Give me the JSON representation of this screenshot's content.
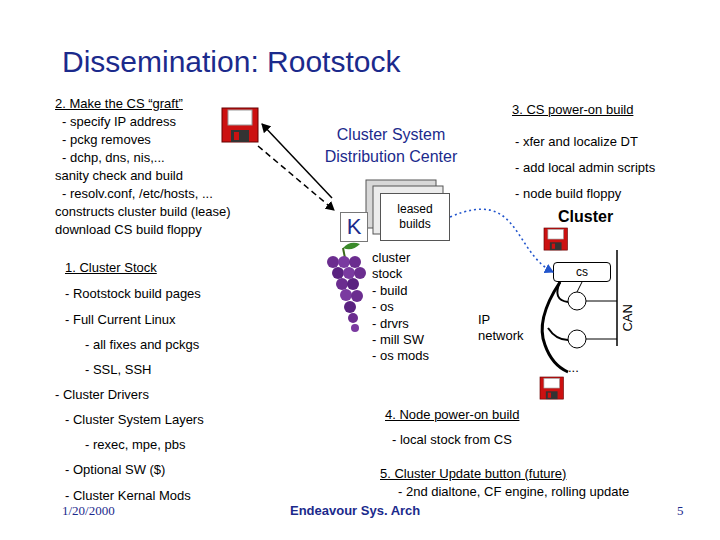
{
  "diagram": {
    "title": "Dissemination: Rootstock",
    "nodes": [
      {
        "text": [
          "K"
        ]
      },
      {
        "text": [
          "leased builds"
        ]
      },
      {
        "text": [
          "cs"
        ]
      }
    ],
    "edges": [
      {
        "from": 1,
        "to": 2,
        "arrow": "to"
      }
    ],
    "labels": [
      "2. Make the CS “graft”",
      "- specify IP address",
      "- pckg removes",
      "- dchp, dns, nis,...",
      "sanity check and build",
      "- resolv.conf, /etc/hosts, ...",
      "constructs cluster build (lease)",
      "download CS build floppy",
      "Cluster System Distribution Center",
      "3. CS power-on build",
      "- xfer and localize DT",
      "- add local admin scripts",
      "- node build floppy",
      "Cluster",
      "1. Cluster Stock",
      "- Rootstock build pages",
      "- Full Current Linux",
      "- all fixes and pckgs",
      "- SSL, SSH",
      "- Cluster Drivers",
      "- Cluster System Layers",
      "- rexec, mpe, pbs",
      "- Optional SW ($)",
      "- Cluster Kernal Mods",
      "cluster stock",
      "- build",
      "- os",
      "- drvrs",
      "- mill SW",
      "- os mods",
      "IP network",
      "CAN",
      "...",
      "4. Node power-on build",
      "- local stock from CS",
      "5. Cluster Update button (future)",
      "- 2nd dialtone, CF engine, rolling update",
      "1/20/2000",
      "Endeavour Sys. Arch",
      "5"
    ]
  }
}
